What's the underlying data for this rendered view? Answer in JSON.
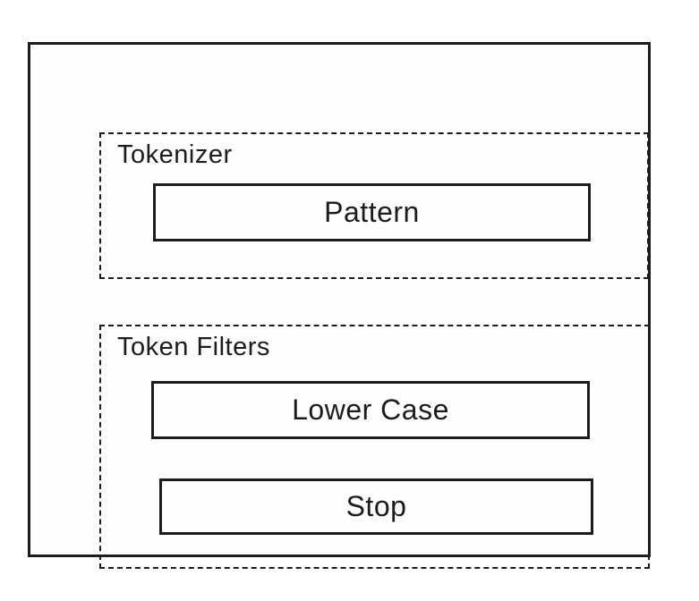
{
  "diagram": {
    "groups": [
      {
        "label": "Tokenizer",
        "boxes": [
          {
            "label": "Pattern"
          }
        ]
      },
      {
        "label": "Token Filters",
        "boxes": [
          {
            "label": "Lower Case"
          },
          {
            "label": "Stop"
          }
        ]
      }
    ],
    "colors": {
      "line": "#1c1c1c",
      "text": "#1c1c1c",
      "background": "#ffffff"
    }
  }
}
